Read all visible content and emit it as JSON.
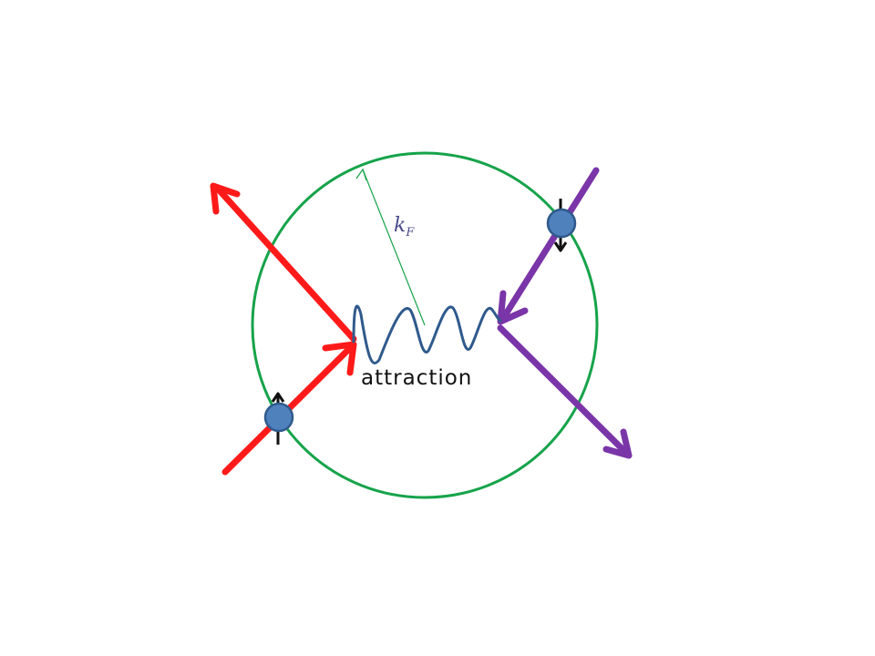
{
  "diagram": {
    "interaction_label": "attraction",
    "radius_label_main": "k",
    "radius_label_sub": "F"
  },
  "colors": {
    "fermi_circle": "#16a34a",
    "spin_up_path": "#ff1a1a",
    "spin_down_path": "#7a35a8",
    "spring": "#2f5a8c",
    "particle_fill": "#4f81bd",
    "particle_stroke": "#2f5a8c",
    "spin_arrow": "#111111",
    "radius_line": "#16a34a",
    "radius_label": "#4a4a8c"
  },
  "icons": {
    "particle_up": "spin-up-particle-icon",
    "particle_down": "spin-down-particle-icon"
  }
}
